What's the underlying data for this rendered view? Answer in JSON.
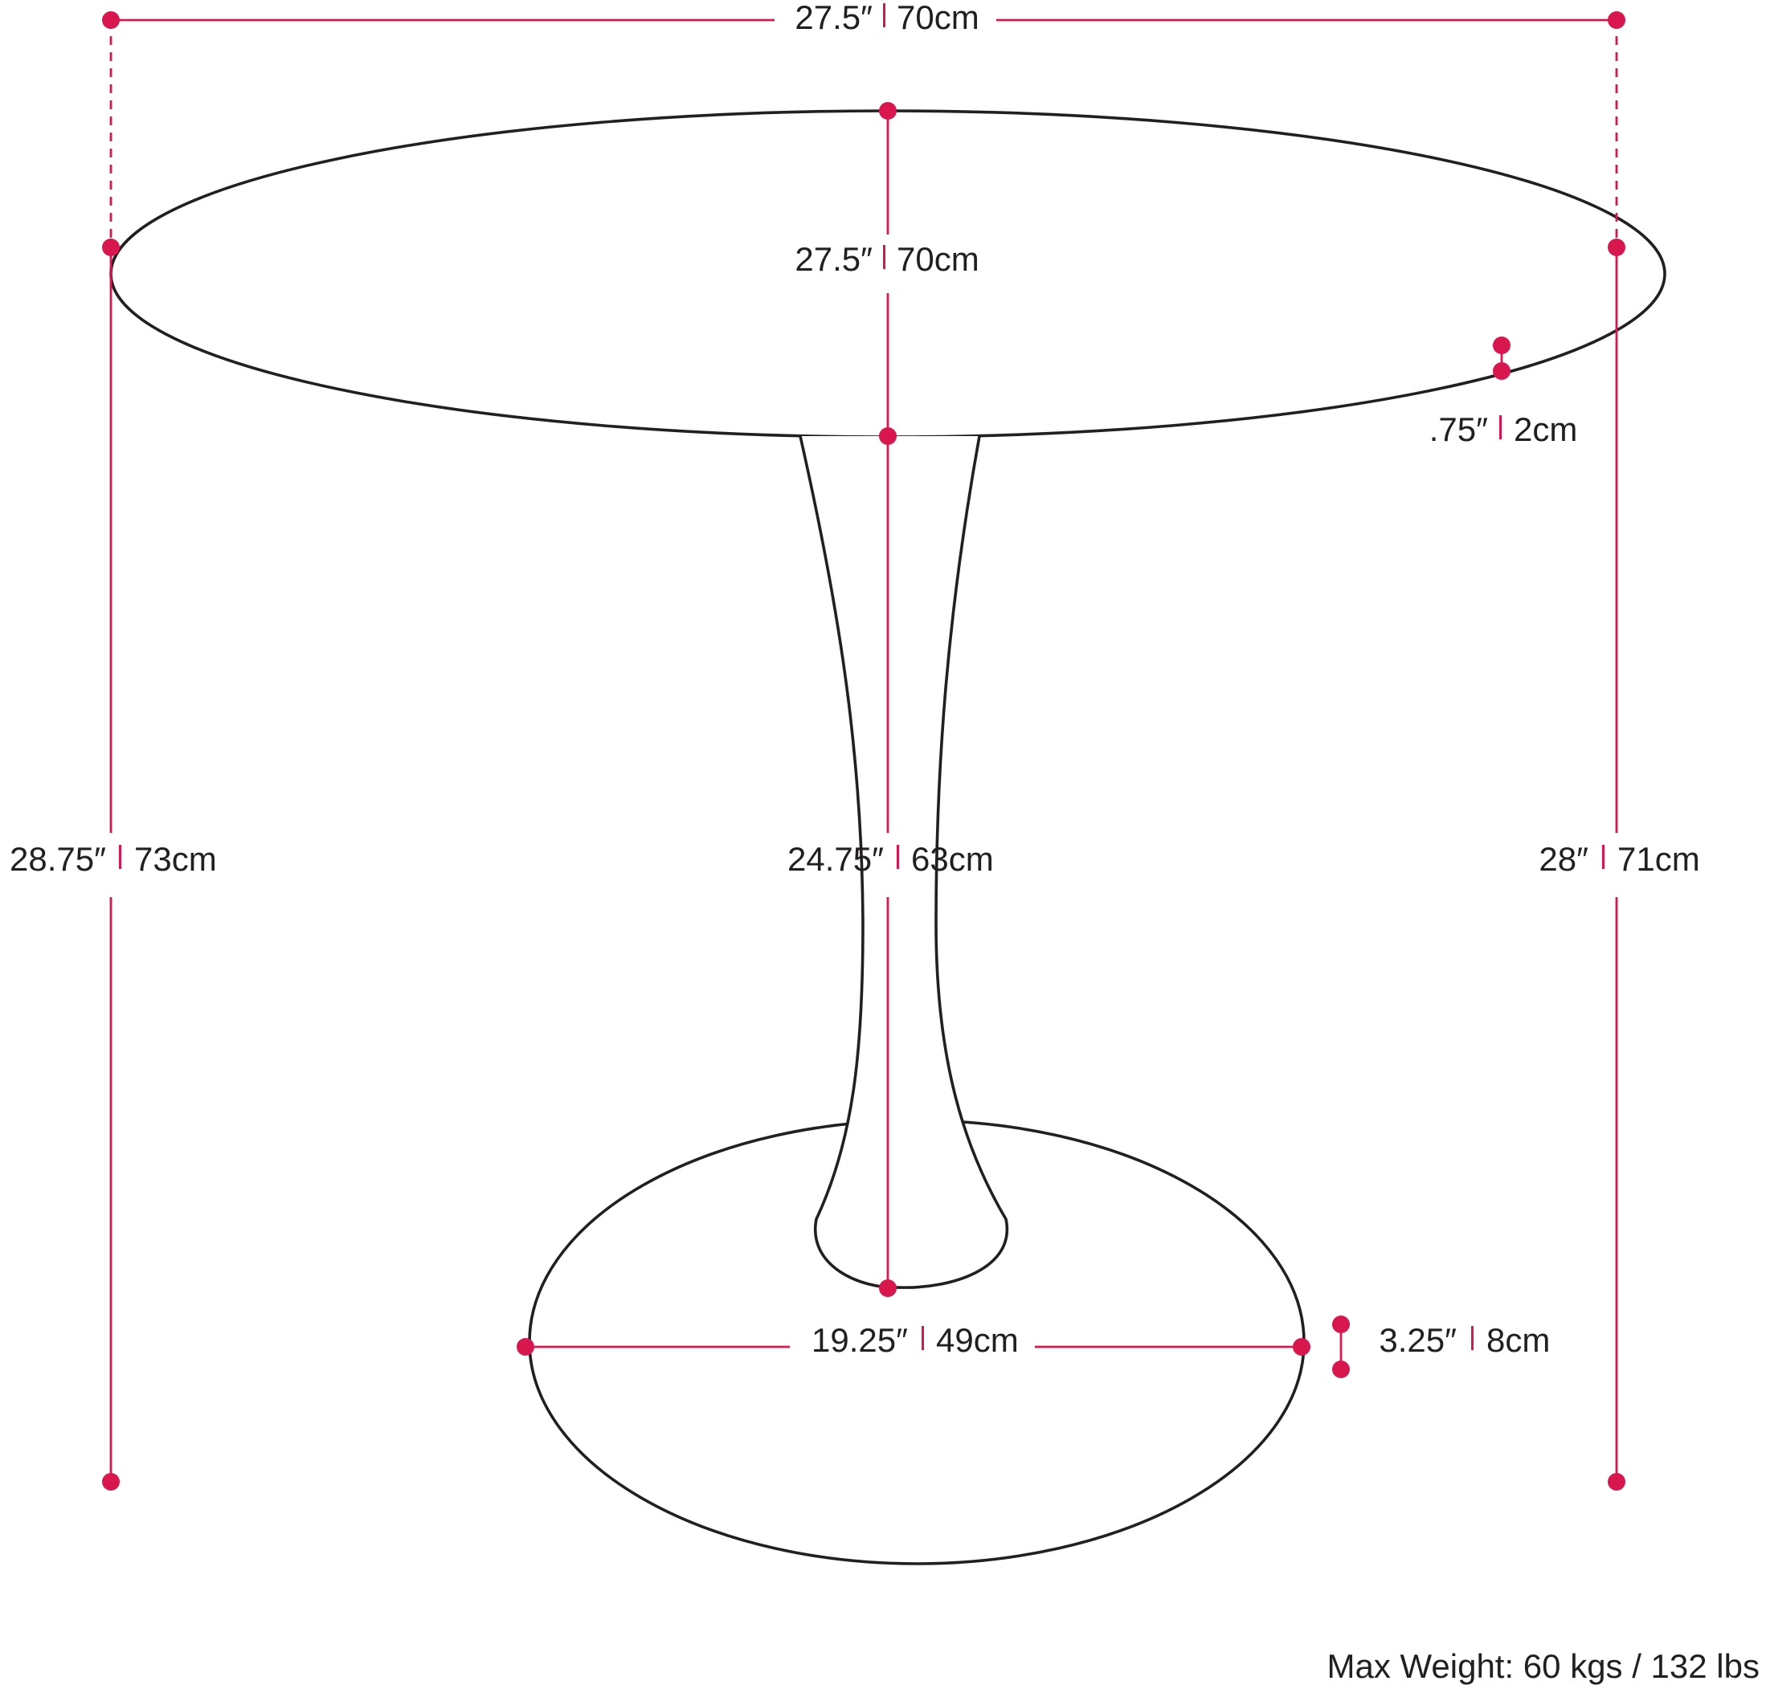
{
  "colors": {
    "outline": "#231f20",
    "dimension": "#d8174f",
    "background": "#ffffff"
  },
  "dimensions": {
    "top_width": {
      "imperial": "27.5″",
      "metric": "70cm"
    },
    "top_depth": {
      "imperial": "27.5″",
      "metric": "70cm"
    },
    "top_thickness": {
      "imperial": ".75″",
      "metric": "2cm"
    },
    "overall_height": {
      "imperial": "28.75″",
      "metric": "73cm"
    },
    "pedestal_height": {
      "imperial": "24.75″",
      "metric": "63cm"
    },
    "under_top_height": {
      "imperial": "28″",
      "metric": "71cm"
    },
    "base_width": {
      "imperial": "19.25″",
      "metric": "49cm"
    },
    "base_height": {
      "imperial": "3.25″",
      "metric": "8cm"
    }
  },
  "footer": {
    "max_weight": "Max Weight: 60 kgs / 132 lbs"
  }
}
